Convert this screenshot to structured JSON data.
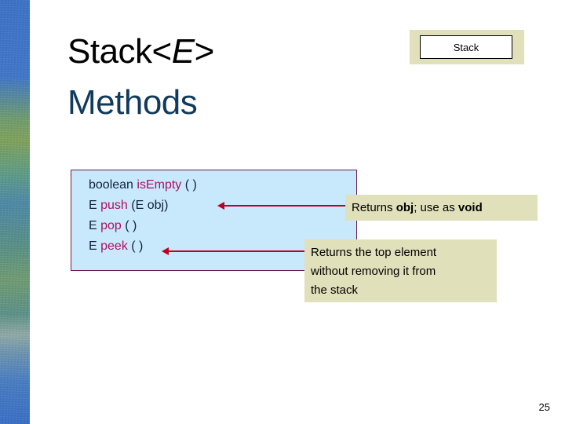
{
  "slide": {
    "page_number": "25",
    "colors": {
      "title_black": "#000000",
      "title_navy": "#103A5E",
      "box_fill_blue": "#C8E8FB",
      "box_border_purple": "#6B1A55",
      "callout_khaki": "#E0E0BB",
      "method_name_magenta": "#B01060",
      "arrow_red": "#C00020"
    }
  },
  "title": {
    "line1_prefix": "Stack<",
    "line1_generic": "E",
    "line1_suffix": ">",
    "line2": "Methods"
  },
  "class_label": {
    "text": "Stack"
  },
  "methods": {
    "items": [
      {
        "return_type": "boolean ",
        "name": "isEmpty",
        "params": " ( )"
      },
      {
        "return_type": "E ",
        "name": "push",
        "params": " (E obj)"
      },
      {
        "return_type": "E ",
        "name": "pop",
        "params": " ( )"
      },
      {
        "return_type": "E ",
        "name": "peek",
        "params": " ( )"
      }
    ]
  },
  "callouts": {
    "push": {
      "part1": "Returns ",
      "bold1": "obj",
      "part2": "; use as ",
      "bold2": "void"
    },
    "peek": {
      "lines": [
        "Returns the top element",
        "without removing it from",
        "the stack"
      ]
    }
  }
}
